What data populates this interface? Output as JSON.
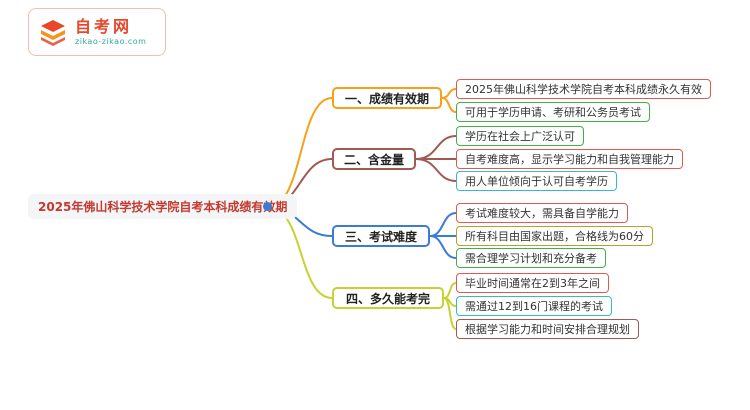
{
  "logo": {
    "title": "自考网",
    "url": "zikao-zikao.com"
  },
  "root": {
    "label": "2025年佛山科学技术学院自考本科成绩有效期",
    "text_color": "#c43a2f",
    "dot_color": "#3a7bd5"
  },
  "branches": [
    {
      "label": "一、成绩有效期",
      "color": "#f7a11a",
      "leaves": [
        {
          "text": "2025年佛山科学技术学院自考本科成绩永久有效",
          "color": "#e05a4e"
        },
        {
          "text": "可用于学历申请、考研和公务员考试",
          "color": "#43b04a"
        }
      ]
    },
    {
      "label": "二、含金量",
      "color": "#a05a52",
      "leaves": [
        {
          "text": "学历在社会上广泛认可",
          "color": "#43b04a"
        },
        {
          "text": "自考难度高，显示学习能力和自我管理能力",
          "color": "#e05a4e"
        },
        {
          "text": "用人单位倾向于认可自考学历",
          "color": "#35b9c6"
        }
      ]
    },
    {
      "label": "三、考试难度",
      "color": "#3a7bd5",
      "leaves": [
        {
          "text": "考试难度较大，需具备自学能力",
          "color": "#e05a4e"
        },
        {
          "text": "所有科目由国家出题，合格线为60分",
          "color": "#b3a226"
        },
        {
          "text": "需合理学习计划和充分备考",
          "color": "#43b04a"
        }
      ]
    },
    {
      "label": "四、多久能考完",
      "color": "#c6d232",
      "leaves": [
        {
          "text": "毕业时间通常在2到3年之间",
          "color": "#e05a4e"
        },
        {
          "text": "需通过12到16门课程的考试",
          "color": "#35b9c6"
        },
        {
          "text": "根据学习能力和时间安排合理规划",
          "color": "#a05a52"
        }
      ]
    }
  ]
}
